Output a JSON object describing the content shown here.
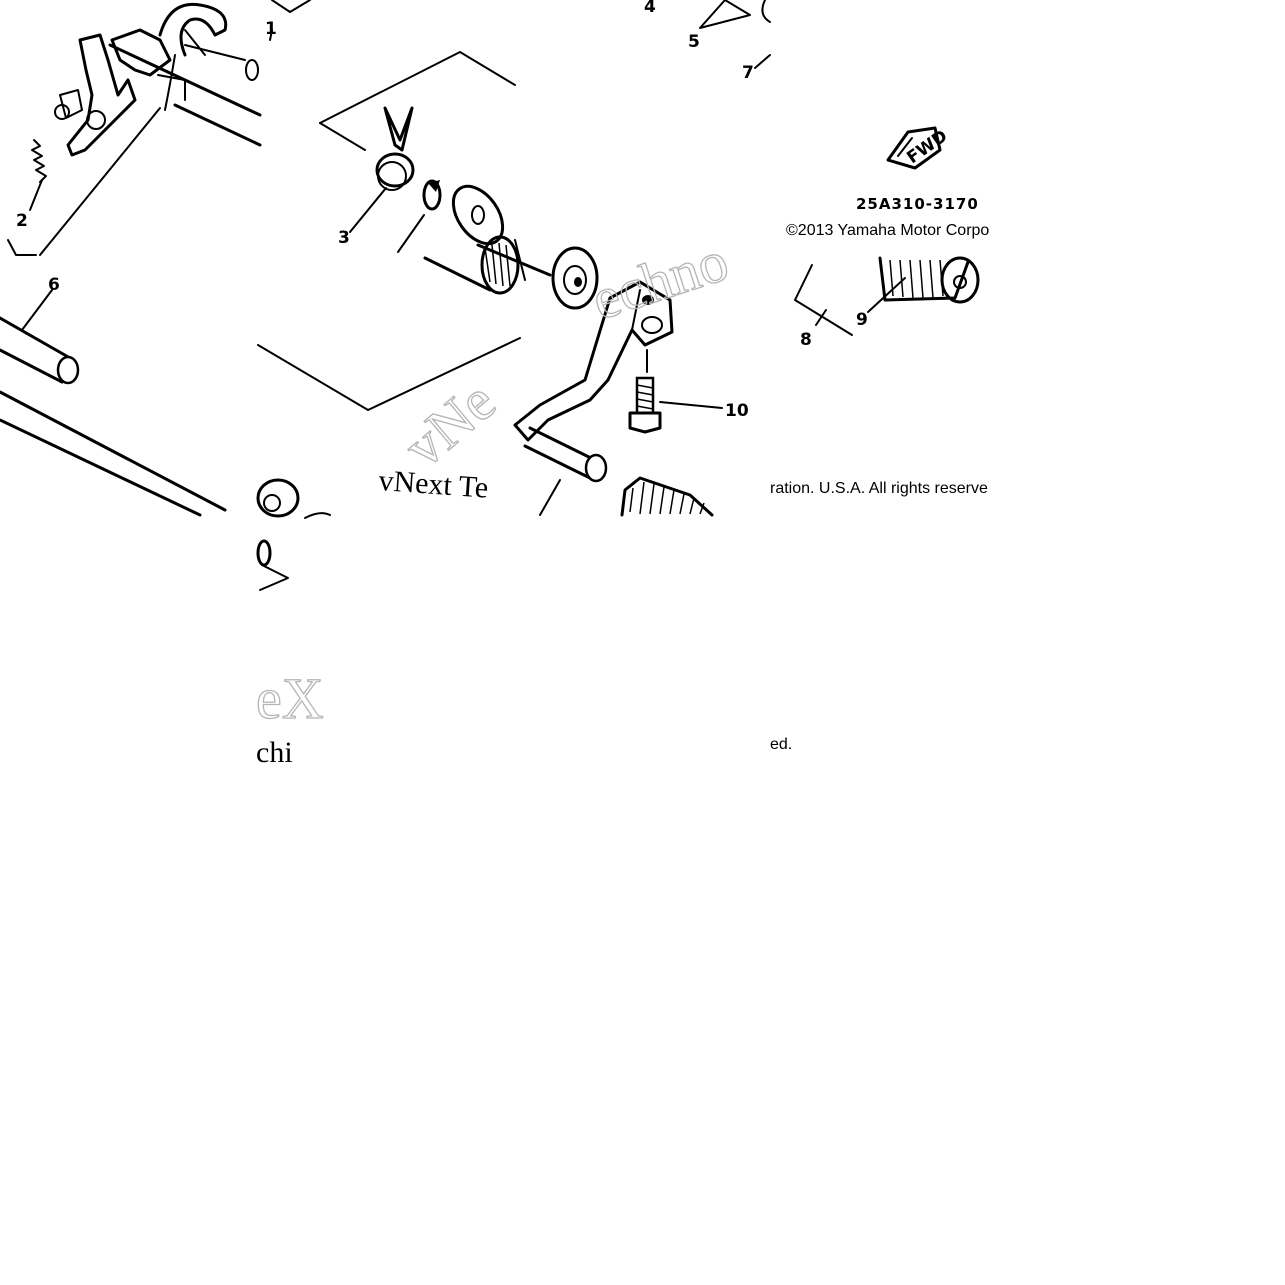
{
  "diagram": {
    "part_numbers": [
      "1",
      "2",
      "3",
      "4",
      "5",
      "6",
      "7",
      "8",
      "9",
      "10"
    ],
    "fwd_label": "FWD",
    "drawing_code": "25A310-3170",
    "copyright_parts": {
      "p1": "©2013 Yamaha Motor Corpo",
      "p2": "ration. U.S.A. All rights reserve",
      "p3": "ed."
    },
    "watermark_parts": {
      "p1": "vNext Te",
      "p2": "chi",
      "p3": "echno",
      "p4": "vNe",
      "p5": "eX"
    }
  }
}
